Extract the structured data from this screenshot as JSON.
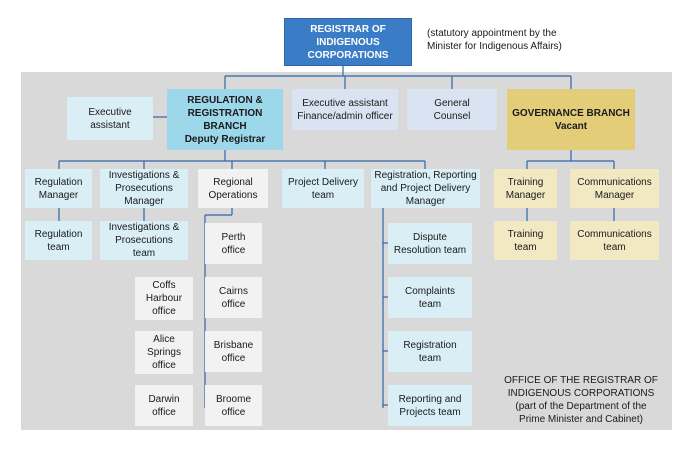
{
  "registrar": "REGISTRAR OF\nINDIGENOUS\nCORPORATIONS",
  "statutory_note": "(statutory appointment by the\nMinister for Indigenous Affairs)",
  "executive_assistant": "Executive\nassistant",
  "regulation_branch": "REGULATION &\nREGISTRATION\nBRANCH\nDeputy Registrar",
  "exec_finance": "Executive assistant\nFinance/admin officer",
  "general_counsel": "General\nCounsel",
  "governance_branch": "GOVERNANCE BRANCH\nVacant",
  "regulation_manager": "Regulation\nManager",
  "investigations_manager": "Investigations &\nProsecutions\nManager",
  "regional_operations": "Regional\nOperations",
  "project_delivery": "Project Delivery\nteam",
  "rrpd_manager": "Registration, Reporting\nand Project Delivery\nManager",
  "training_manager": "Training\nManager",
  "communications_manager": "Communications\nManager",
  "regulation_team": "Regulation\nteam",
  "investigations_team": "Investigations &\nProsecutions\nteam",
  "training_team": "Training\nteam",
  "communications_team": "Communications\nteam",
  "offices": {
    "perth": "Perth\noffice",
    "cairns": "Cairns\noffice",
    "brisbane": "Brisbane\noffice",
    "broome": "Broome\noffice",
    "coffs": "Coffs\nHarbour\noffice",
    "alice": "Alice\nSprings\noffice",
    "darwin": "Darwin\noffice"
  },
  "teams": {
    "dispute": "Dispute\nResolution team",
    "complaints": "Complaints\nteam",
    "registration": "Registration\nteam",
    "reporting": "Reporting and\nProjects team"
  },
  "office_note": "OFFICE OF THE REGISTRAR OF\nINDIGENOUS CORPORATIONS\n(part of the Department of the\nPrime Minister and Cabinet)",
  "colors": {
    "top": "#3a7cc5",
    "branch": "#9dd7ea",
    "light_blue": "#d9eef5",
    "lavender": "#d9e3f1",
    "governance": "#e3cd79",
    "governance_light": "#f2e8c2",
    "office": "#f2f2f2",
    "connector": "#2f66a6",
    "background": "#d9d9d9"
  }
}
